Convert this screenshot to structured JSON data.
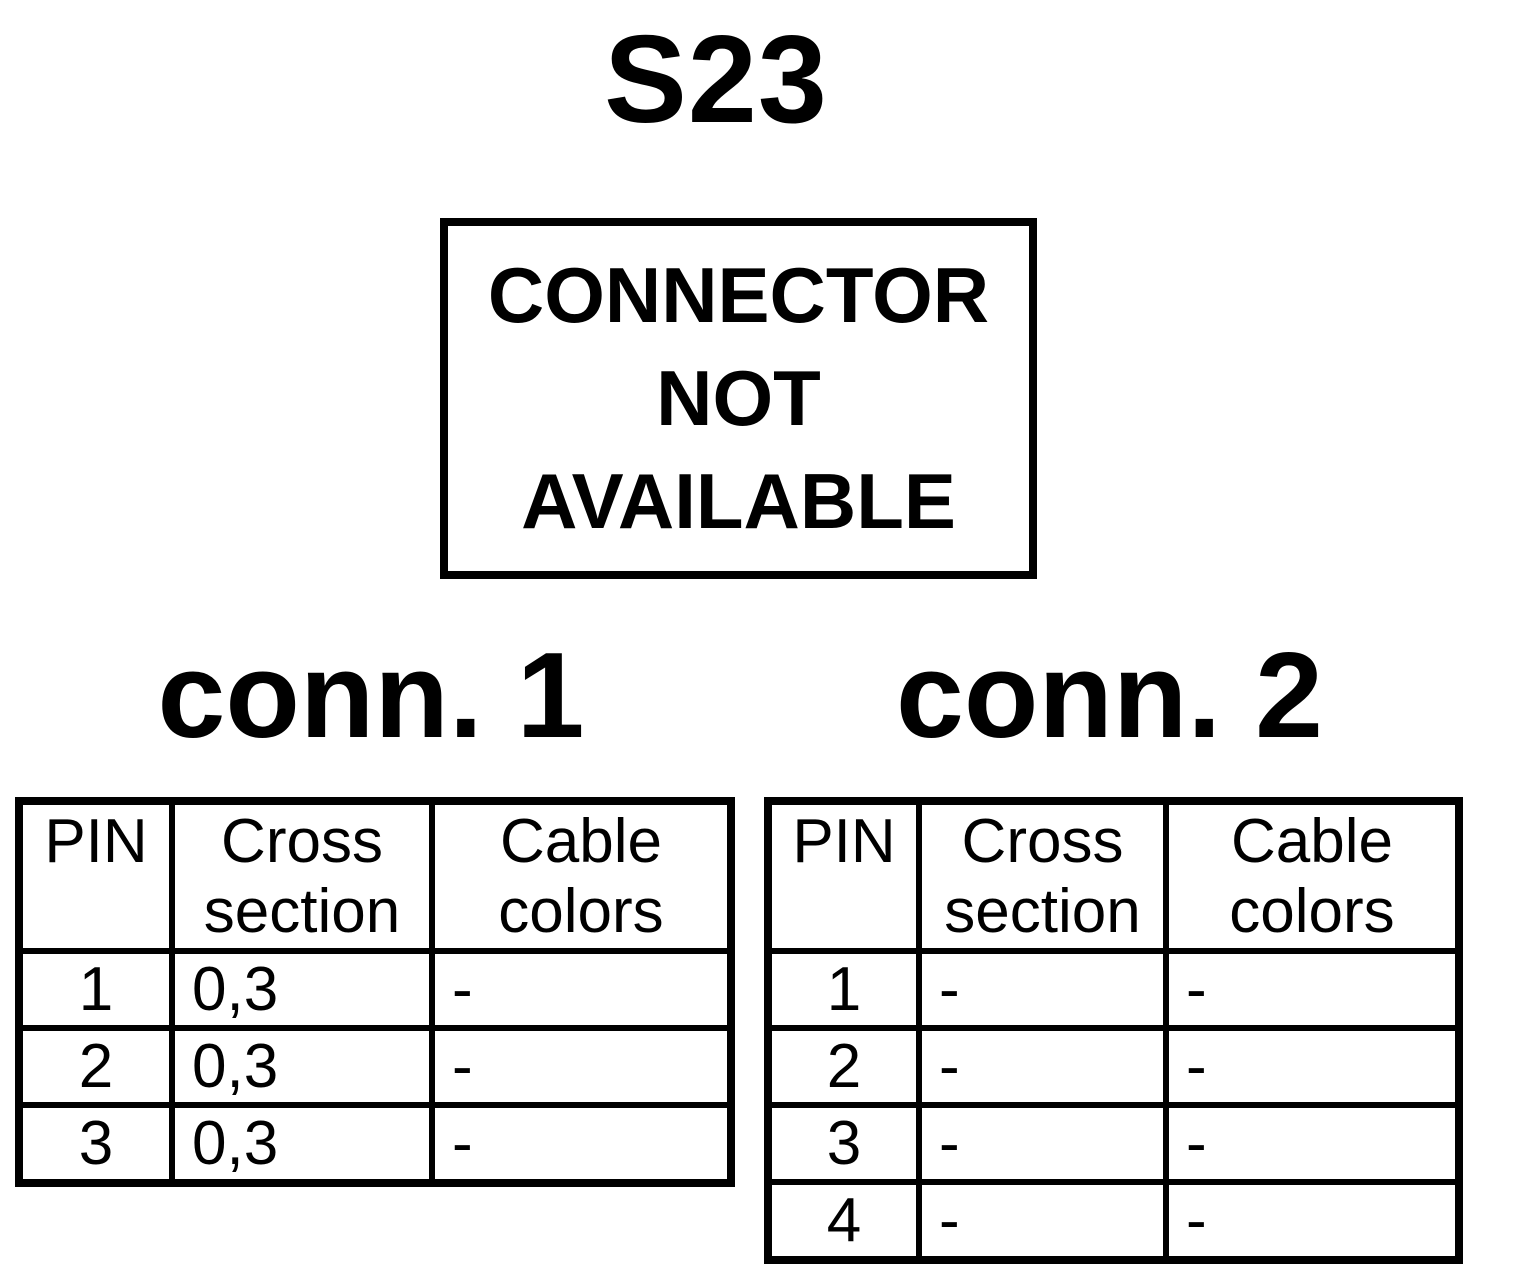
{
  "colors": {
    "ink": "#000000",
    "paper": "#ffffff"
  },
  "title": "S23",
  "notice_box": {
    "lines": [
      "CONNECTOR",
      "NOT",
      "AVAILABLE"
    ]
  },
  "connectors": [
    {
      "heading": "conn. 1",
      "columns": {
        "pin": "PIN",
        "cross_section": "Cross section",
        "cable_colors": "Cable colors"
      },
      "rows": [
        {
          "pin": "1",
          "cross_section": "0,3",
          "cable_colors": "-"
        },
        {
          "pin": "2",
          "cross_section": "0,3",
          "cable_colors": "-"
        },
        {
          "pin": "3",
          "cross_section": "0,3",
          "cable_colors": "-"
        }
      ]
    },
    {
      "heading": "conn. 2",
      "columns": {
        "pin": "PIN",
        "cross_section": "Cross section",
        "cable_colors": "Cable colors"
      },
      "rows": [
        {
          "pin": "1",
          "cross_section": "-",
          "cable_colors": "-"
        },
        {
          "pin": "2",
          "cross_section": "-",
          "cable_colors": "-"
        },
        {
          "pin": "3",
          "cross_section": "-",
          "cable_colors": "-"
        },
        {
          "pin": "4",
          "cross_section": "-",
          "cable_colors": "-"
        }
      ]
    }
  ]
}
